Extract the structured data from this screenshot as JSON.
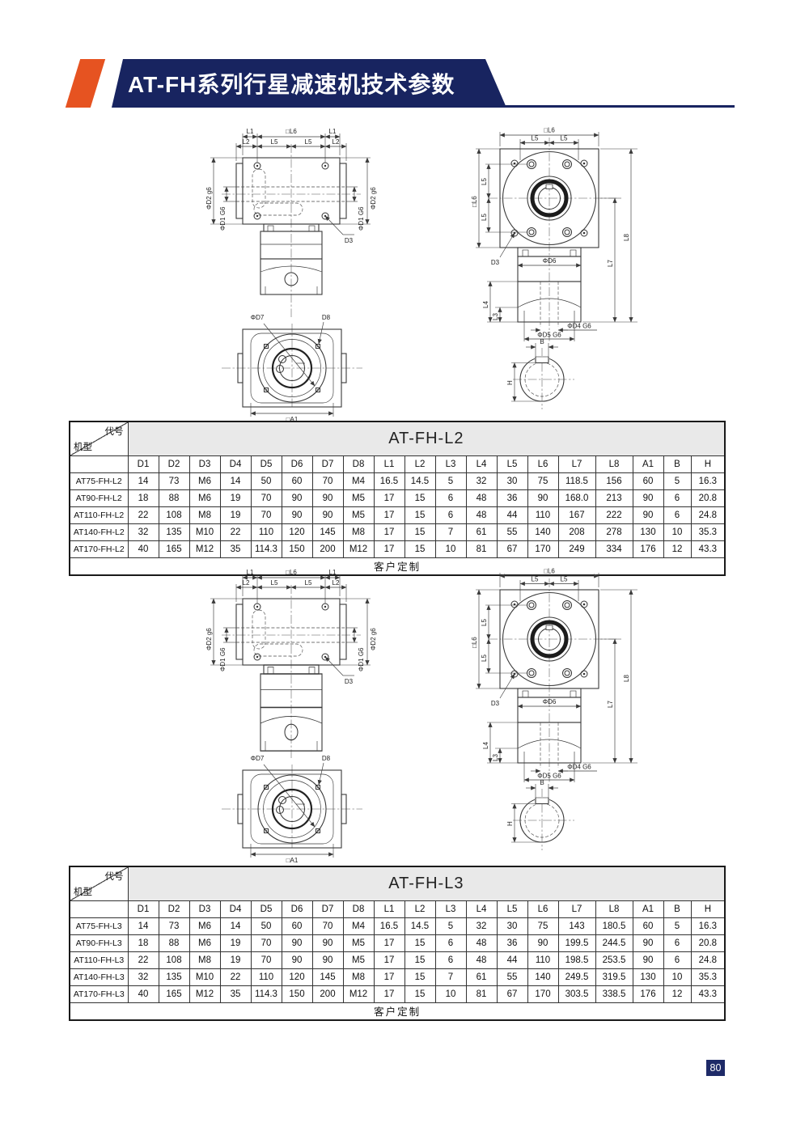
{
  "page": {
    "title": "AT-FH系列行星减速机技术参数",
    "page_number": "80"
  },
  "drawing_labels": {
    "l1": "L1",
    "l2": "L2",
    "l3": "L3",
    "l4": "L4",
    "l5": "L5",
    "l6": "□L6",
    "l7": "L7",
    "l8": "L8",
    "phi_d1": "ΦD1 G6",
    "phi_d2": "ΦD2 g6",
    "d3": "D3",
    "phi_d4": "ΦD4 G6",
    "phi_d5": "ΦD5 G6",
    "phi_d6": "ΦD6",
    "phi_d7": "ΦD7",
    "d8": "D8",
    "a1": "□A1",
    "b": "B",
    "h": "H"
  },
  "tables": [
    {
      "title": "AT-FH-L2",
      "corner_top": "代号",
      "corner_bottom": "机型",
      "columns": [
        "D1",
        "D2",
        "D3",
        "D4",
        "D5",
        "D6",
        "D7",
        "D8",
        "L1",
        "L2",
        "L3",
        "L4",
        "L5",
        "L6",
        "L7",
        "L8",
        "A1",
        "B",
        "H"
      ],
      "rows": [
        {
          "model": "AT75-FH-L2",
          "values": [
            "14",
            "73",
            "M6",
            "14",
            "50",
            "60",
            "70",
            "M4",
            "16.5",
            "14.5",
            "5",
            "32",
            "30",
            "75",
            "118.5",
            "156",
            "60",
            "5",
            "16.3"
          ]
        },
        {
          "model": "AT90-FH-L2",
          "values": [
            "18",
            "88",
            "M6",
            "19",
            "70",
            "90",
            "90",
            "M5",
            "17",
            "15",
            "6",
            "48",
            "36",
            "90",
            "168.0",
            "213",
            "90",
            "6",
            "20.8"
          ]
        },
        {
          "model": "AT110-FH-L2",
          "values": [
            "22",
            "108",
            "M8",
            "19",
            "70",
            "90",
            "90",
            "M5",
            "17",
            "15",
            "6",
            "48",
            "44",
            "110",
            "167",
            "222",
            "90",
            "6",
            "24.8"
          ]
        },
        {
          "model": "AT140-FH-L2",
          "values": [
            "32",
            "135",
            "M10",
            "22",
            "110",
            "120",
            "145",
            "M8",
            "17",
            "15",
            "7",
            "61",
            "55",
            "140",
            "208",
            "278",
            "130",
            "10",
            "35.3"
          ]
        },
        {
          "model": "AT170-FH-L2",
          "values": [
            "40",
            "165",
            "M12",
            "35",
            "114.3",
            "150",
            "200",
            "M12",
            "17",
            "15",
            "10",
            "81",
            "67",
            "170",
            "249",
            "334",
            "176",
            "12",
            "43.3"
          ]
        }
      ],
      "footer": "客户定制"
    },
    {
      "title": "AT-FH-L3",
      "corner_top": "代号",
      "corner_bottom": "机型",
      "columns": [
        "D1",
        "D2",
        "D3",
        "D4",
        "D5",
        "D6",
        "D7",
        "D8",
        "L1",
        "L2",
        "L3",
        "L4",
        "L5",
        "L6",
        "L7",
        "L8",
        "A1",
        "B",
        "H"
      ],
      "rows": [
        {
          "model": "AT75-FH-L3",
          "values": [
            "14",
            "73",
            "M6",
            "14",
            "50",
            "60",
            "70",
            "M4",
            "16.5",
            "14.5",
            "5",
            "32",
            "30",
            "75",
            "143",
            "180.5",
            "60",
            "5",
            "16.3"
          ]
        },
        {
          "model": "AT90-FH-L3",
          "values": [
            "18",
            "88",
            "M6",
            "19",
            "70",
            "90",
            "90",
            "M5",
            "17",
            "15",
            "6",
            "48",
            "36",
            "90",
            "199.5",
            "244.5",
            "90",
            "6",
            "20.8"
          ]
        },
        {
          "model": "AT110-FH-L3",
          "values": [
            "22",
            "108",
            "M8",
            "19",
            "70",
            "90",
            "90",
            "M5",
            "17",
            "15",
            "6",
            "48",
            "44",
            "110",
            "198.5",
            "253.5",
            "90",
            "6",
            "24.8"
          ]
        },
        {
          "model": "AT140-FH-L3",
          "values": [
            "32",
            "135",
            "M10",
            "22",
            "110",
            "120",
            "145",
            "M8",
            "17",
            "15",
            "7",
            "61",
            "55",
            "140",
            "249.5",
            "319.5",
            "130",
            "10",
            "35.3"
          ]
        },
        {
          "model": "AT170-FH-L3",
          "values": [
            "40",
            "165",
            "M12",
            "35",
            "114.3",
            "150",
            "200",
            "M12",
            "17",
            "15",
            "10",
            "81",
            "67",
            "170",
            "303.5",
            "338.5",
            "176",
            "12",
            "43.3"
          ]
        }
      ],
      "footer": "客户定制"
    }
  ]
}
